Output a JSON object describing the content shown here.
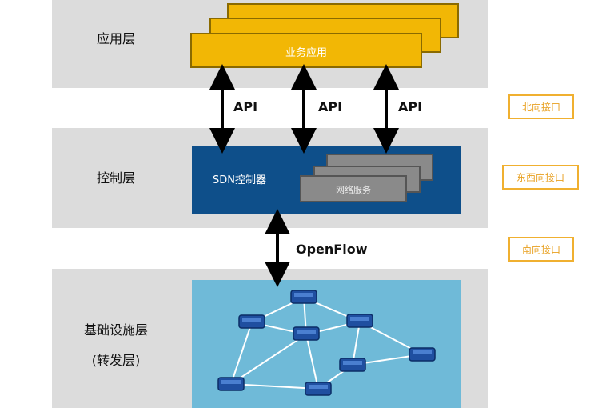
{
  "layers": {
    "app": "应用层",
    "control": "控制层",
    "infra_line1": "基础设施层",
    "infra_line2": "(转发层)"
  },
  "app_box_label": "业务应用",
  "controller_label": "SDN控制器",
  "service_label": "网络服务",
  "api_labels": [
    "API",
    "API",
    "API"
  ],
  "openflow_label": "OpenFlow",
  "interfaces": {
    "north": "北向接口",
    "eastwest": "东西向接口",
    "south": "南向接口"
  },
  "colors": {
    "band": "#dcdcdc",
    "app": "#f2b705",
    "controller": "#0e4f8a",
    "service": "#8a8a8a",
    "network": "#6fbad8",
    "interface": "#e8a020"
  }
}
